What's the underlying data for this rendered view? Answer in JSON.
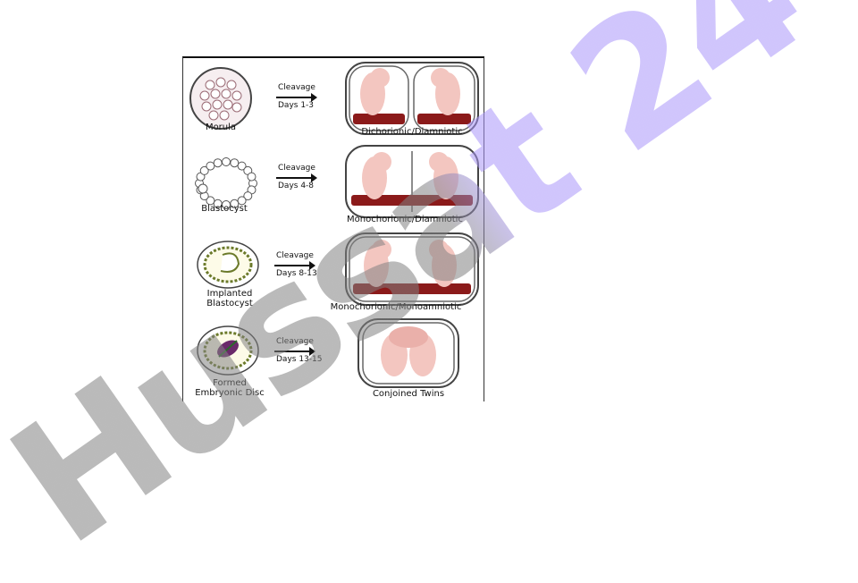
{
  "rows": [
    {
      "source_label": "Morula",
      "cleavage": "Cleavage",
      "days": "Days 1-3",
      "outcome": "Dichorionic/Diamniotic"
    },
    {
      "source_label": "Blastocyst",
      "cleavage": "Cleavage",
      "days": "Days 4-8",
      "outcome": "Monochorionic/Diamniotic"
    },
    {
      "source_label": "Implanted\nBlastocyst",
      "cleavage": "Cleavage",
      "days": "Days 8-13",
      "outcome": "Monochorionic/Monoamniotic"
    },
    {
      "source_label": "Formed\nEmbryonic Disc",
      "cleavage": "Cleavage",
      "days": "Days 13-15",
      "outcome": "Conjoined Twins"
    }
  ],
  "watermark": "Hussat 24",
  "colors": {
    "placenta": "#8b1a1a",
    "fetus": "#f3c6c0",
    "membrane": "#444444"
  }
}
